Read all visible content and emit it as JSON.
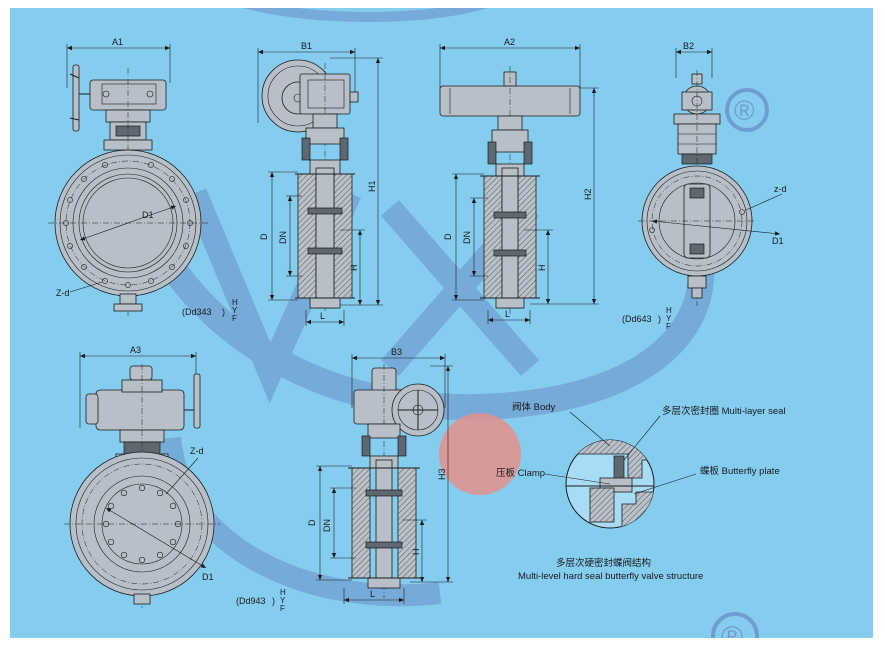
{
  "colors": {
    "background": "#85cdef",
    "watermark": "#6a8ec6",
    "red_circle": "#e4908c",
    "line": "#1c1c1c"
  },
  "watermark": {
    "symbol": "®"
  },
  "view1": {
    "width_label": "A1",
    "dia_label": "D1",
    "hole_label": "Z-d",
    "model": "(Dd343",
    "bracket": ")",
    "suffix_h": "H",
    "suffix_y": "Y",
    "suffix_f": "F"
  },
  "view2": {
    "width_label": "B1",
    "height_label": "H1",
    "d_label": "D",
    "dn_label": "DN",
    "h_label": "H",
    "l_label": "L"
  },
  "view3": {
    "width_label": "A2",
    "height_label": "H2",
    "d_label": "D",
    "dn_label": "DN",
    "h_label": "H",
    "l_label": "L"
  },
  "view4": {
    "width_label": "B2",
    "hole_label": "z-d",
    "dia_label": "D1",
    "model": "(Dd643",
    "bracket": ")",
    "suffix_h": "H",
    "suffix_y": "Y",
    "suffix_f": "F"
  },
  "view5": {
    "width_label": "A3",
    "hole_label": "Z-d",
    "dia_label": "D1",
    "model": "(Dd943",
    "bracket": ")",
    "suffix_h": "H",
    "suffix_y": "Y",
    "suffix_f": "F"
  },
  "view6": {
    "width_label": "B3",
    "height_label": "H3",
    "d_label": "D",
    "dn_label": "DN",
    "h_label": "H",
    "l_label": "L"
  },
  "detail": {
    "body_label": "阀体 Body",
    "seal_label": "多层次密封圈 Multi-layer seal",
    "clamp_label": "压板 Clamp",
    "plate_label": "蝶板 Butterfly plate",
    "title_cn": "多层次硬密封蝶阀结构",
    "title_en": "Multi-level hard seal butterfly valve structure"
  }
}
